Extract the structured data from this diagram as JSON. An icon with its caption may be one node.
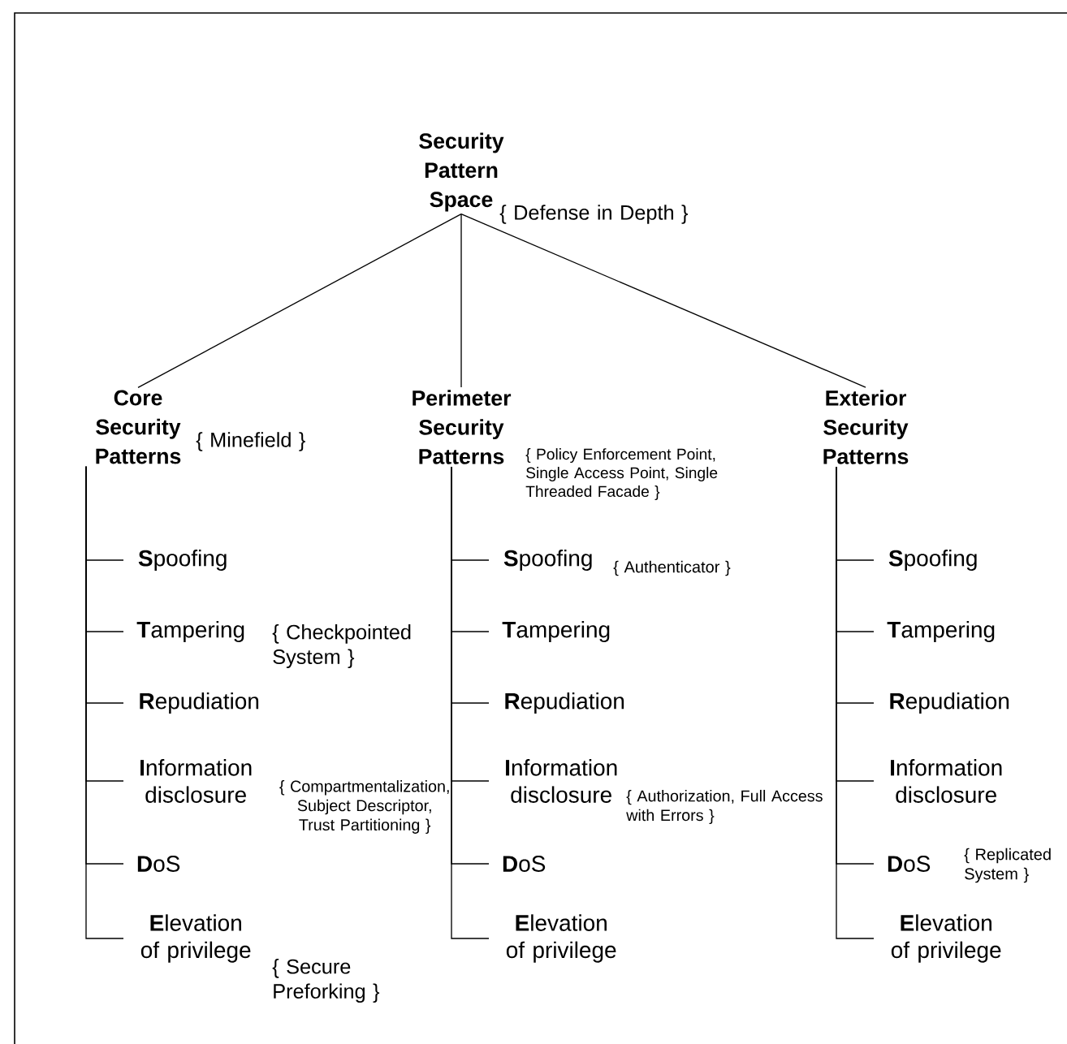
{
  "diagram": {
    "nodes": [
      {
        "text": [
          "Security Pattern Space"
        ],
        "beside": [
          "{ Defense in Depth }"
        ]
      },
      {
        "text": [
          "Core Security Patterns"
        ],
        "beside": [
          "{ Minefield }"
        ]
      },
      {
        "text": [
          "**S**poofing"
        ]
      },
      {
        "text": [
          "**T**ampering"
        ],
        "beside": [
          "{ Checkpointed System }"
        ]
      },
      {
        "text": [
          "**R**epudiation"
        ]
      },
      {
        "text": [
          "**I**nformation disclosure"
        ],
        "beside": [
          "{ Compartmentalization, Subject Descriptor, Trust Partitioning }"
        ]
      },
      {
        "text": [
          "**D**oS"
        ]
      },
      {
        "text": [
          "**E**levation of privilege"
        ],
        "beside": [
          "{ Secure Preforking }"
        ]
      },
      {
        "text": [
          "Perimeter Security Patterns"
        ],
        "beside": [
          "{ Policy Enforcement Point, Single Access Point, Single Threaded Facade }"
        ]
      },
      {
        "text": [
          "**S**poofing"
        ],
        "beside": [
          "{ Authenticator }"
        ]
      },
      {
        "text": [
          "**T**ampering"
        ]
      },
      {
        "text": [
          "**R**epudiation"
        ]
      },
      {
        "text": [
          "**I**nformation disclosure"
        ],
        "beside": [
          "{ Authorization, Full Access with Errors }"
        ]
      },
      {
        "text": [
          "**D**oS"
        ]
      },
      {
        "text": [
          "**E**levation of privilege"
        ]
      },
      {
        "text": [
          "Exterior Security Patterns"
        ]
      },
      {
        "text": [
          "**S**poofing"
        ]
      },
      {
        "text": [
          "**T**ampering"
        ]
      },
      {
        "text": [
          "**R**epudiation"
        ]
      },
      {
        "text": [
          "**I**nformation disclosure"
        ]
      },
      {
        "text": [
          "**D**oS"
        ],
        "beside": [
          "{ Replicated System }"
        ]
      },
      {
        "text": [
          "**E**levation of privilege"
        ]
      }
    ],
    "edges": [
      {
        "from": 0,
        "to": 1,
        "arrow": "none"
      },
      {
        "from": 0,
        "to": 8,
        "arrow": "none"
      },
      {
        "from": 0,
        "to": 15,
        "arrow": "none"
      },
      {
        "from": 1,
        "to": 2,
        "arrow": "none"
      },
      {
        "from": 1,
        "to": 3,
        "arrow": "none"
      },
      {
        "from": 1,
        "to": 4,
        "arrow": "none"
      },
      {
        "from": 1,
        "to": 5,
        "arrow": "none"
      },
      {
        "from": 1,
        "to": 6,
        "arrow": "none"
      },
      {
        "from": 1,
        "to": 7,
        "arrow": "none"
      },
      {
        "from": 8,
        "to": 9,
        "arrow": "none"
      },
      {
        "from": 8,
        "to": 10,
        "arrow": "none"
      },
      {
        "from": 8,
        "to": 11,
        "arrow": "none"
      },
      {
        "from": 8,
        "to": 12,
        "arrow": "none"
      },
      {
        "from": 8,
        "to": 13,
        "arrow": "none"
      },
      {
        "from": 8,
        "to": 14,
        "arrow": "none"
      },
      {
        "from": 15,
        "to": 16,
        "arrow": "none"
      },
      {
        "from": 15,
        "to": 17,
        "arrow": "none"
      },
      {
        "from": 15,
        "to": 18,
        "arrow": "none"
      },
      {
        "from": 15,
        "to": 19,
        "arrow": "none"
      },
      {
        "from": 15,
        "to": 20,
        "arrow": "none"
      },
      {
        "from": 15,
        "to": 21,
        "arrow": "none"
      }
    ]
  }
}
